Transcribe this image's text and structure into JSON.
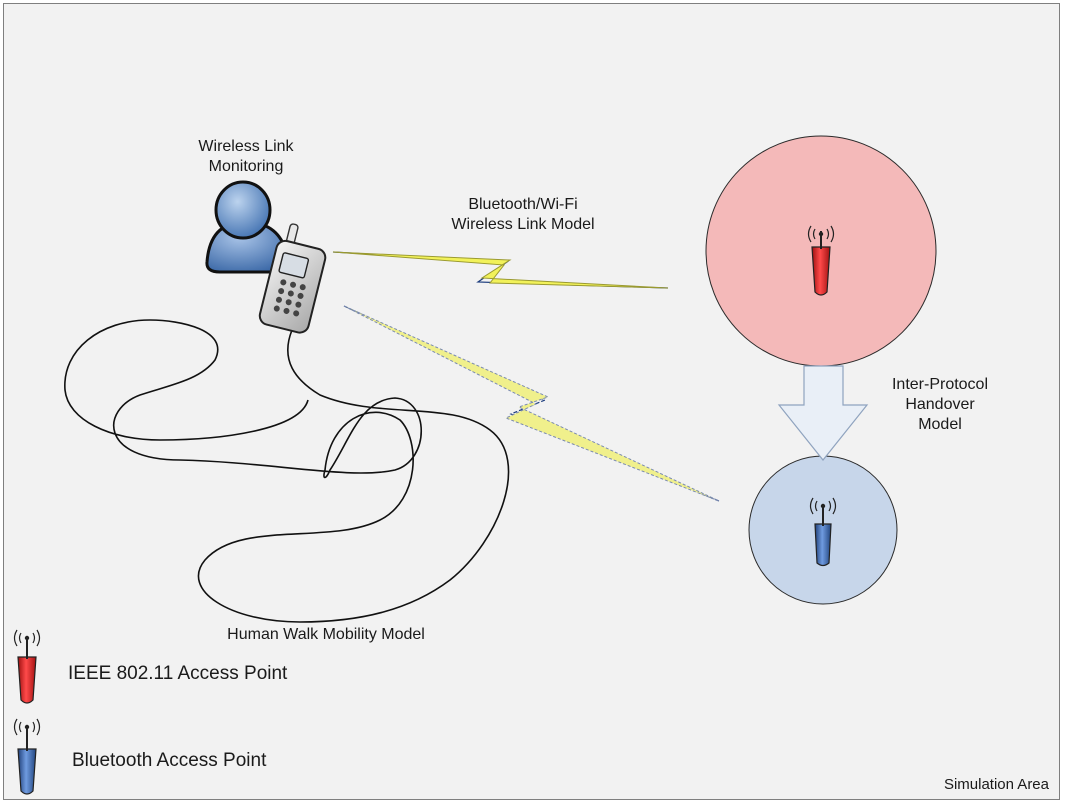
{
  "labels": {
    "monitoring_line1": "Wireless Link",
    "monitoring_line2": "Monitoring",
    "link_model_line1": "Bluetooth/Wi-Fi",
    "link_model_line2": "Wireless Link Model",
    "handover_line1": "Inter-Protocol",
    "handover_line2": "Handover",
    "handover_line3": "Model",
    "mobility_model": "Human Walk Mobility Model",
    "simulation_area": "Simulation Area"
  },
  "legend": {
    "items": [
      {
        "label": "IEEE 802.11 Access Point",
        "icon": "wifi-access-point-icon",
        "color": "#e02020"
      },
      {
        "label": "Bluetooth Access Point",
        "icon": "bluetooth-access-point-icon",
        "color": "#3f6fc0"
      }
    ]
  },
  "colors": {
    "wifi_coverage": "#f4b9b9",
    "bluetooth_coverage": "#c7d6ea",
    "lightning_bolt": "#f2f25a",
    "link_line": "#1f3f7f",
    "handover_arrow": "#e9eff7"
  }
}
